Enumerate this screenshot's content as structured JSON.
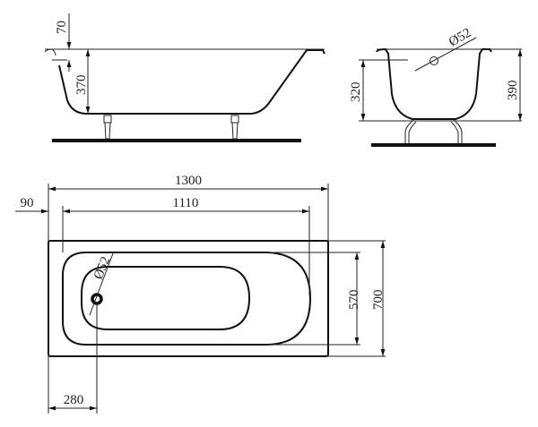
{
  "title": "Bathtub technical drawing",
  "side_view": {
    "rim_depth": "70",
    "inner_depth": "370"
  },
  "end_view": {
    "overflow_diameter": "Ø52",
    "overflow_height": "320",
    "total_height": "390"
  },
  "plan_view": {
    "total_length": "1300",
    "inner_length": "1110",
    "rim_offset": "90",
    "inner_width": "570",
    "total_width": "700",
    "drain_offset": "280",
    "drain_diameter": "Ø52"
  },
  "colors": {
    "line": "#222222",
    "background": "#ffffff"
  }
}
